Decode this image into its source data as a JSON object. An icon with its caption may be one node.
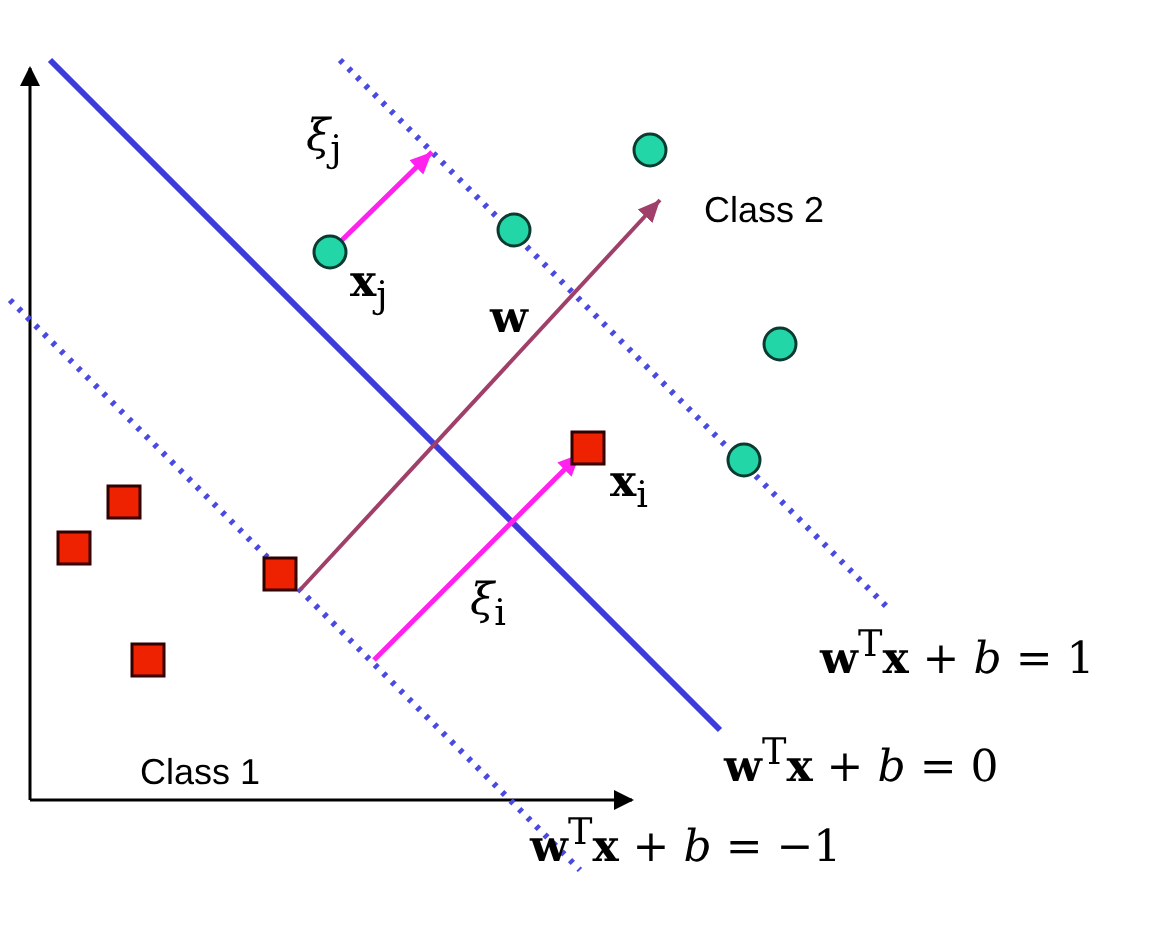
{
  "diagram": {
    "labels": [
      "*ξ*$_{j}$",
      "**x**$_{j}$",
      "Class 2",
      "**w**",
      "**x**$_{i}$",
      "*ξ*$_{i}$",
      "**w**$^{T}$**x** + *b* = 1",
      "**w**$^{T}$**x** + *b* = 0",
      "Class 1",
      "**w**$^{T}$**x** + *b* = −1"
    ]
  }
}
